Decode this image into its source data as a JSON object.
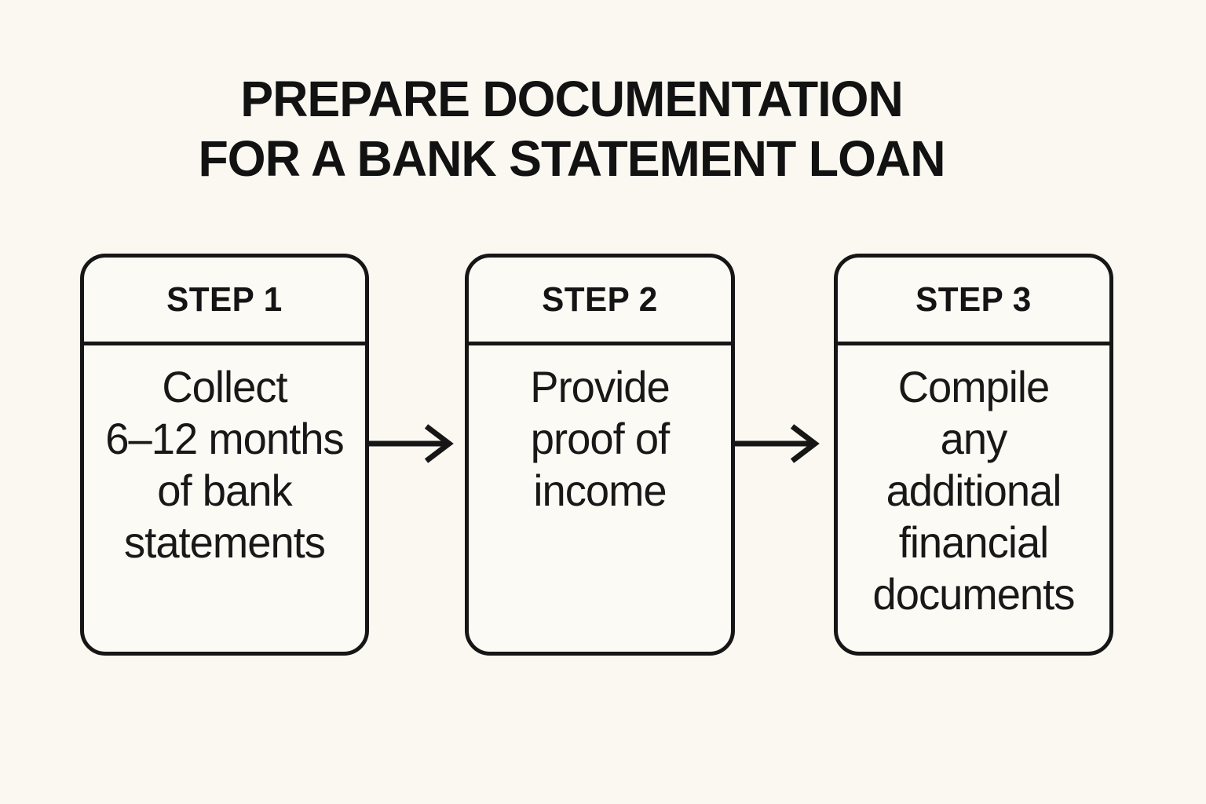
{
  "title": "PREPARE DOCUMENTATION\nFOR A BANK STATEMENT LOAN",
  "steps": [
    {
      "label": "STEP 1",
      "description": "Collect\n6–12 months\nof bank\nstatements"
    },
    {
      "label": "STEP 2",
      "description": "Provide\nproof of\nincome"
    },
    {
      "label": "STEP 3",
      "description": "Compile\nany\nadditional\nfinancial\ndocuments"
    }
  ],
  "icons": [
    {
      "name": "right-arrow-icon",
      "from": "STEP 1",
      "to": "STEP 2"
    },
    {
      "name": "right-arrow-icon",
      "from": "STEP 2",
      "to": "STEP 3"
    }
  ],
  "colors": {
    "background": "#faf8f1",
    "box_background": "#fcfaf4",
    "line": "#161616",
    "text": "#141414"
  }
}
